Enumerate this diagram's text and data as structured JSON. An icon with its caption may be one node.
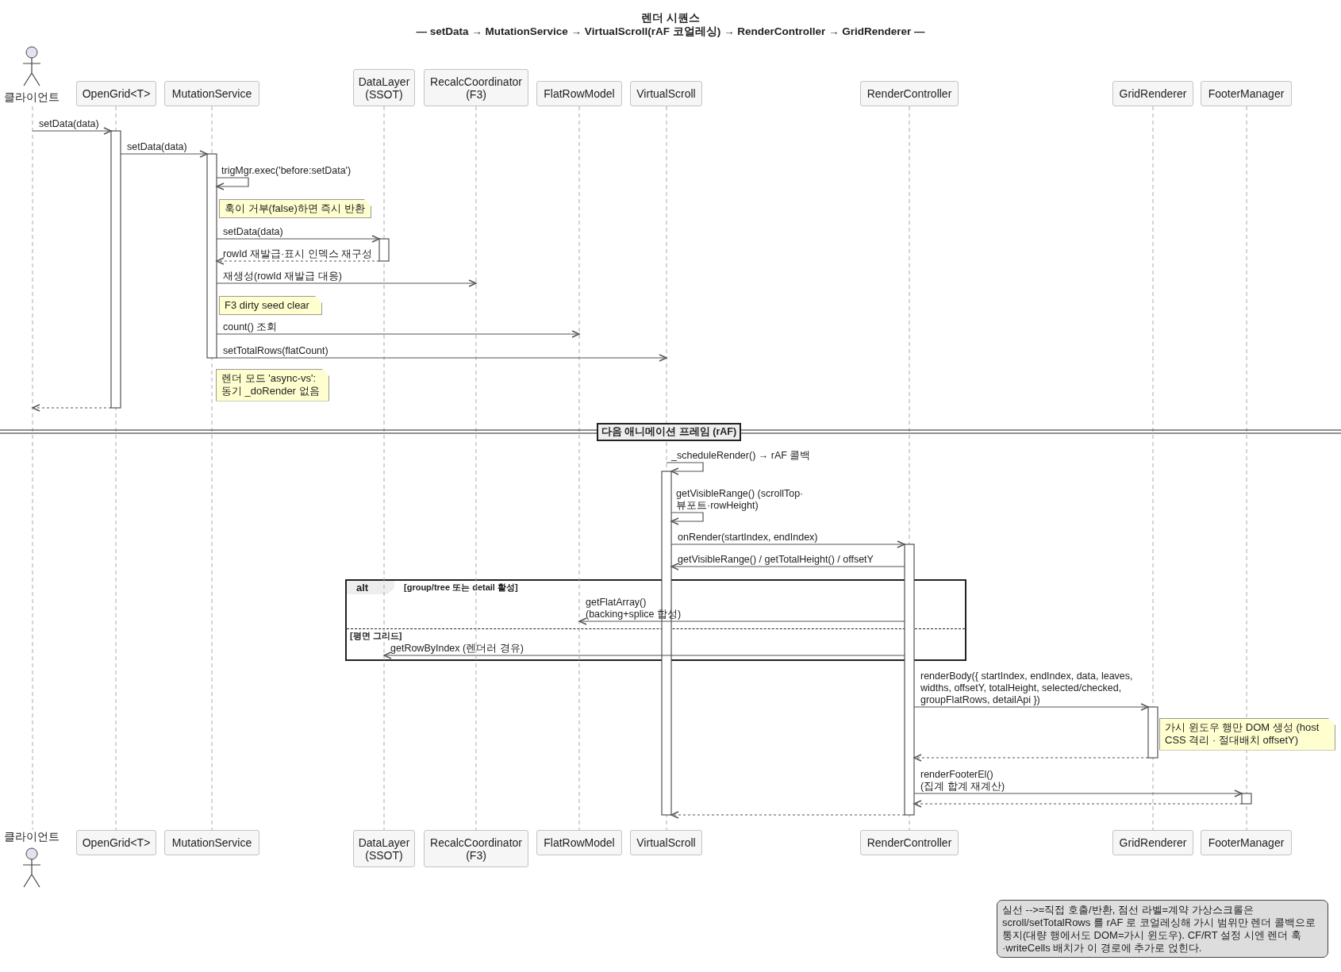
{
  "diagram": {
    "title": "렌더 시퀀스",
    "nodes": [
      {
        "text": [
          "클라이언트"
        ]
      },
      {
        "text": [
          "OpenGrid<T>"
        ]
      },
      {
        "text": [
          "MutationService"
        ]
      },
      {
        "text": [
          "DataLayer (SSOT)"
        ]
      },
      {
        "text": [
          "RecalcCoordinator (F3)"
        ]
      },
      {
        "text": [
          "FlatRowModel"
        ]
      },
      {
        "text": [
          "VirtualScroll"
        ]
      },
      {
        "text": [
          "RenderController"
        ]
      },
      {
        "text": [
          "GridRenderer"
        ]
      },
      {
        "text": [
          "FooterManager"
        ]
      },
      {
        "text": [
          "클라이언트"
        ]
      },
      {
        "text": [
          "OpenGrid<T>"
        ]
      },
      {
        "text": [
          "MutationService"
        ]
      },
      {
        "text": [
          "DataLayer (SSOT)"
        ]
      },
      {
        "text": [
          "RecalcCoordinator (F3)"
        ]
      },
      {
        "text": [
          "FlatRowModel"
        ]
      },
      {
        "text": [
          "VirtualScroll"
        ]
      },
      {
        "text": [
          "RenderController"
        ]
      },
      {
        "text": [
          "GridRenderer"
        ]
      },
      {
        "text": [
          "FooterManager"
        ]
      },
      {
        "text": [
          "훅이 거부(false)하면 즉시 반환"
        ]
      },
      {
        "text": [
          "F3 dirty seed clear"
        ]
      },
      {
        "text": [
          "렌더 모드 'async-vs': 동기 _doRender 없음"
        ]
      },
      {
        "text": [
          "다음 애니메이션 프레임 (rAF)"
        ]
      },
      {
        "text": [
          "가시 윈도우 행만 DOM 생성 (host CSS 격리 · 절대배치 offsetY)"
        ]
      },
      {
        "text": [
          "실선 -->=직접 호출/반환, 점선 라벨=계약 가상스크롤은 scroll/setTotalRows 를 rAF 로 코얼레싱해 가시 범위만 렌더 콜백으로 통지(대량 행에서도 DOM=가시 윈도우). CF/RT 설정 시엔 렌더 훅·writeCells 배치가 이 경로에 추가로 얹힌다."
        ]
      },
      {
        "text": [],
        "shape": "line"
      },
      {
        "text": [],
        "shape": "line"
      },
      {
        "text": [],
        "shape": "line"
      },
      {
        "text": [],
        "shape": "line"
      },
      {
        "text": [],
        "shape": "line"
      },
      {
        "text": [],
        "shape": "line"
      },
      {
        "text": [],
        "shape": "line"
      },
      {
        "text": [],
        "shape": "line"
      },
      {
        "text": [],
        "shape": "line"
      },
      {
        "text": [],
        "shape": "line"
      },
      {
        "text": [],
        "shape": "bar"
      },
      {
        "text": [],
        "shape": "bar"
      },
      {
        "text": [],
        "shape": "bar"
      },
      {
        "text": [],
        "shape": "bar"
      },
      {
        "text": [],
        "shape": "bar"
      },
      {
        "text": [],
        "shape": "bar"
      },
      {
        "text": [],
        "shape": "bar"
      }
    ],
    "edges": [
      {
        "from": 26,
        "to": 36,
        "arrow": "to",
        "label": "setData(data)"
      },
      {
        "from": 36,
        "to": 37,
        "arrow": "to",
        "label": "setData(data)"
      },
      {
        "from": 37,
        "to": 37,
        "arrow": "to",
        "label": "trigMgr.exec('before:setData')"
      },
      {
        "from": 37,
        "to": 38,
        "arrow": "to",
        "label": "setData(data)"
      },
      {
        "from": 38,
        "to": 37,
        "arrow": "to",
        "label": "rowId 재발급·표시 인덱스 재구성",
        "style": "dashed"
      },
      {
        "from": 37,
        "to": 30,
        "arrow": "to",
        "label": "재생성(rowId 재발급 대응)"
      },
      {
        "from": 37,
        "to": 31,
        "arrow": "to",
        "label": "count() 조회"
      },
      {
        "from": 37,
        "to": 32,
        "arrow": "to",
        "label": "setTotalRows(flatCount)"
      },
      {
        "from": 36,
        "to": 26,
        "arrow": "to",
        "style": "dashed"
      },
      {
        "from": 32,
        "to": 39,
        "arrow": "to",
        "label": "_scheduleRender() → rAF 콜백"
      },
      {
        "from": 39,
        "to": 39,
        "arrow": "to",
        "label": "getVisibleRange() (scrollTop·뷰포트·rowHeight)"
      },
      {
        "from": 39,
        "to": 40,
        "arrow": "to",
        "label": "onRender(startIndex, endIndex)"
      },
      {
        "from": 40,
        "to": 39,
        "arrow": "to",
        "label": "getVisibleRange() / getTotalHeight() / offsetY"
      },
      {
        "from": 40,
        "to": 31,
        "arrow": "to",
        "label": "getFlatArray() (backing+splice 합성)"
      },
      {
        "from": 40,
        "to": 29,
        "arrow": "to",
        "label": "getRowByIndex (렌더러 경유)"
      },
      {
        "from": 40,
        "to": 41,
        "arrow": "to",
        "label": "renderBody({ startIndex, endIndex, data, leaves, widths, offsetY, totalHeight, selected/checked, groupFlatRows, detailApi })"
      },
      {
        "from": 41,
        "to": 40,
        "arrow": "to",
        "style": "dashed"
      },
      {
        "from": 40,
        "to": 42,
        "arrow": "to",
        "label": "renderFooterEl() (집계 합계 재계산)"
      },
      {
        "from": 42,
        "to": 40,
        "arrow": "to",
        "style": "dashed"
      },
      {
        "from": 40,
        "to": 39,
        "arrow": "to",
        "style": "dashed"
      }
    ],
    "labels": [
      "— setData → MutationService → VirtualScroll(rAF 코얼레싱) → RenderController → GridRenderer —",
      "alt",
      "[group/tree 또는 detail 활성]",
      "[평면 그리드]"
    ]
  }
}
